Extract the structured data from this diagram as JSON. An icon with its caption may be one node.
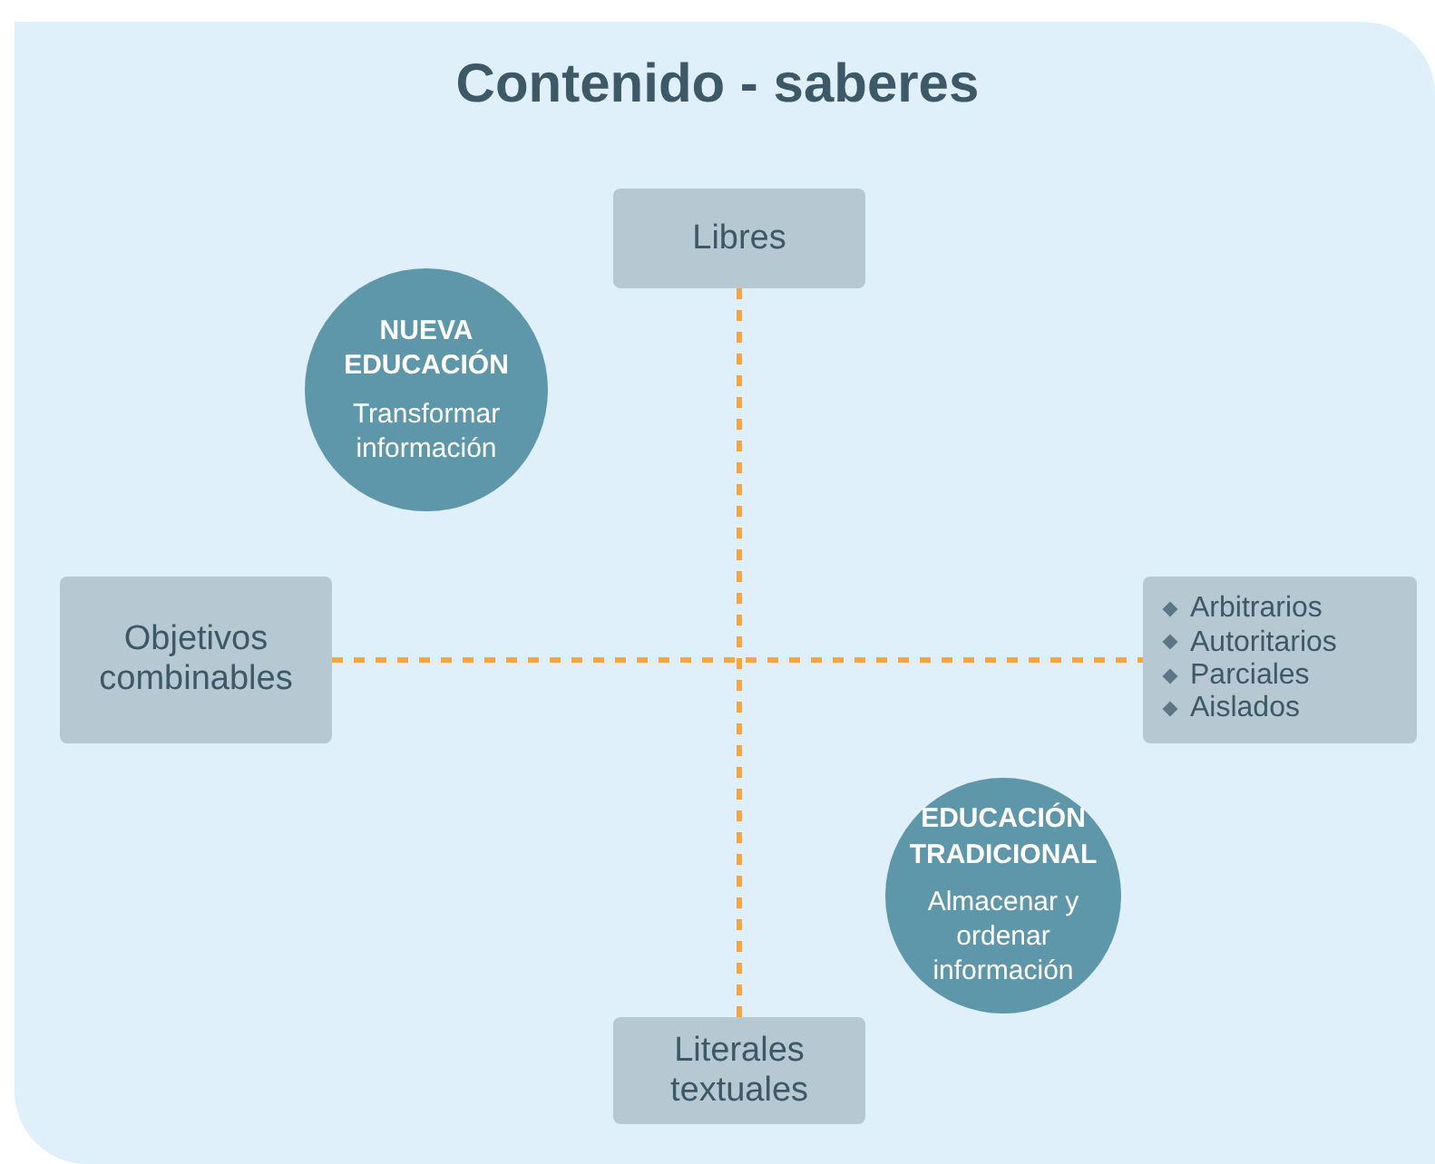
{
  "diagram": {
    "title": "Contenido - saberes",
    "nodes": [
      {
        "text": [
          "Libres"
        ]
      },
      {
        "text": [
          "NUEVA EDUCACIÓN",
          "Transformar información"
        ]
      },
      {
        "text": [
          "Objetivos combinables"
        ]
      },
      {
        "text": [
          "Arbitrarios",
          "Autoritarios",
          "Parciales",
          "Aislados"
        ]
      },
      {
        "text": [
          "EDUCACIÓN TRADICIONAL",
          "Almacenar y ordenar información"
        ]
      },
      {
        "text": [
          "Literales textuales"
        ]
      }
    ],
    "edges": [
      {
        "from": 0,
        "to": 5,
        "arrow": "none",
        "style": "dashed"
      },
      {
        "from": 2,
        "to": 3,
        "arrow": "none",
        "style": "dashed"
      }
    ]
  }
}
